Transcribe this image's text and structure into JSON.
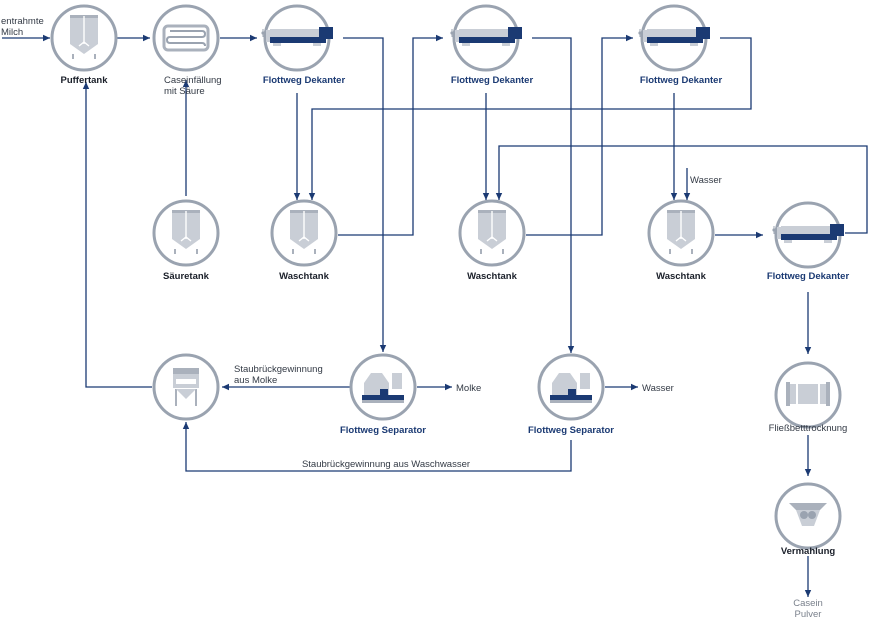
{
  "labels": {
    "input": [
      "entrahmte",
      "Milch"
    ],
    "buffertank": "Puffertank",
    "casein_precip": [
      "Caseinfällung",
      "mit Säure"
    ],
    "decanter": "Flottweg Dekanter",
    "acid_tank": "Säuretank",
    "wash_tank": "Waschtank",
    "water_in": "Wasser",
    "powder_recovery_whey": [
      "Staubrückgewinnung",
      "aus Molke"
    ],
    "separator": "Flottweg Separator",
    "whey_out": "Molke",
    "water_out": "Wasser",
    "powder_recovery_wash": "Staubrückgewinnung aus Waschwasser",
    "fluid_bed": "Fließbetttrocknung",
    "milling": "Vermahlung",
    "output": [
      "Casein",
      "Pulver"
    ]
  },
  "icons": {
    "buffertank": "tank-icon",
    "precip": "heat-exchanger-icon",
    "decanter": "decanter-icon",
    "separator": "separator-icon",
    "powder": "powder-recovery-icon",
    "dryer": "dryer-icon",
    "mill": "mill-icon"
  },
  "colors": {
    "flow": "#1b3a73",
    "ring": "#9aa3b0",
    "equipment": "#c9ced6",
    "decanter_drum": "#1b3a73"
  }
}
